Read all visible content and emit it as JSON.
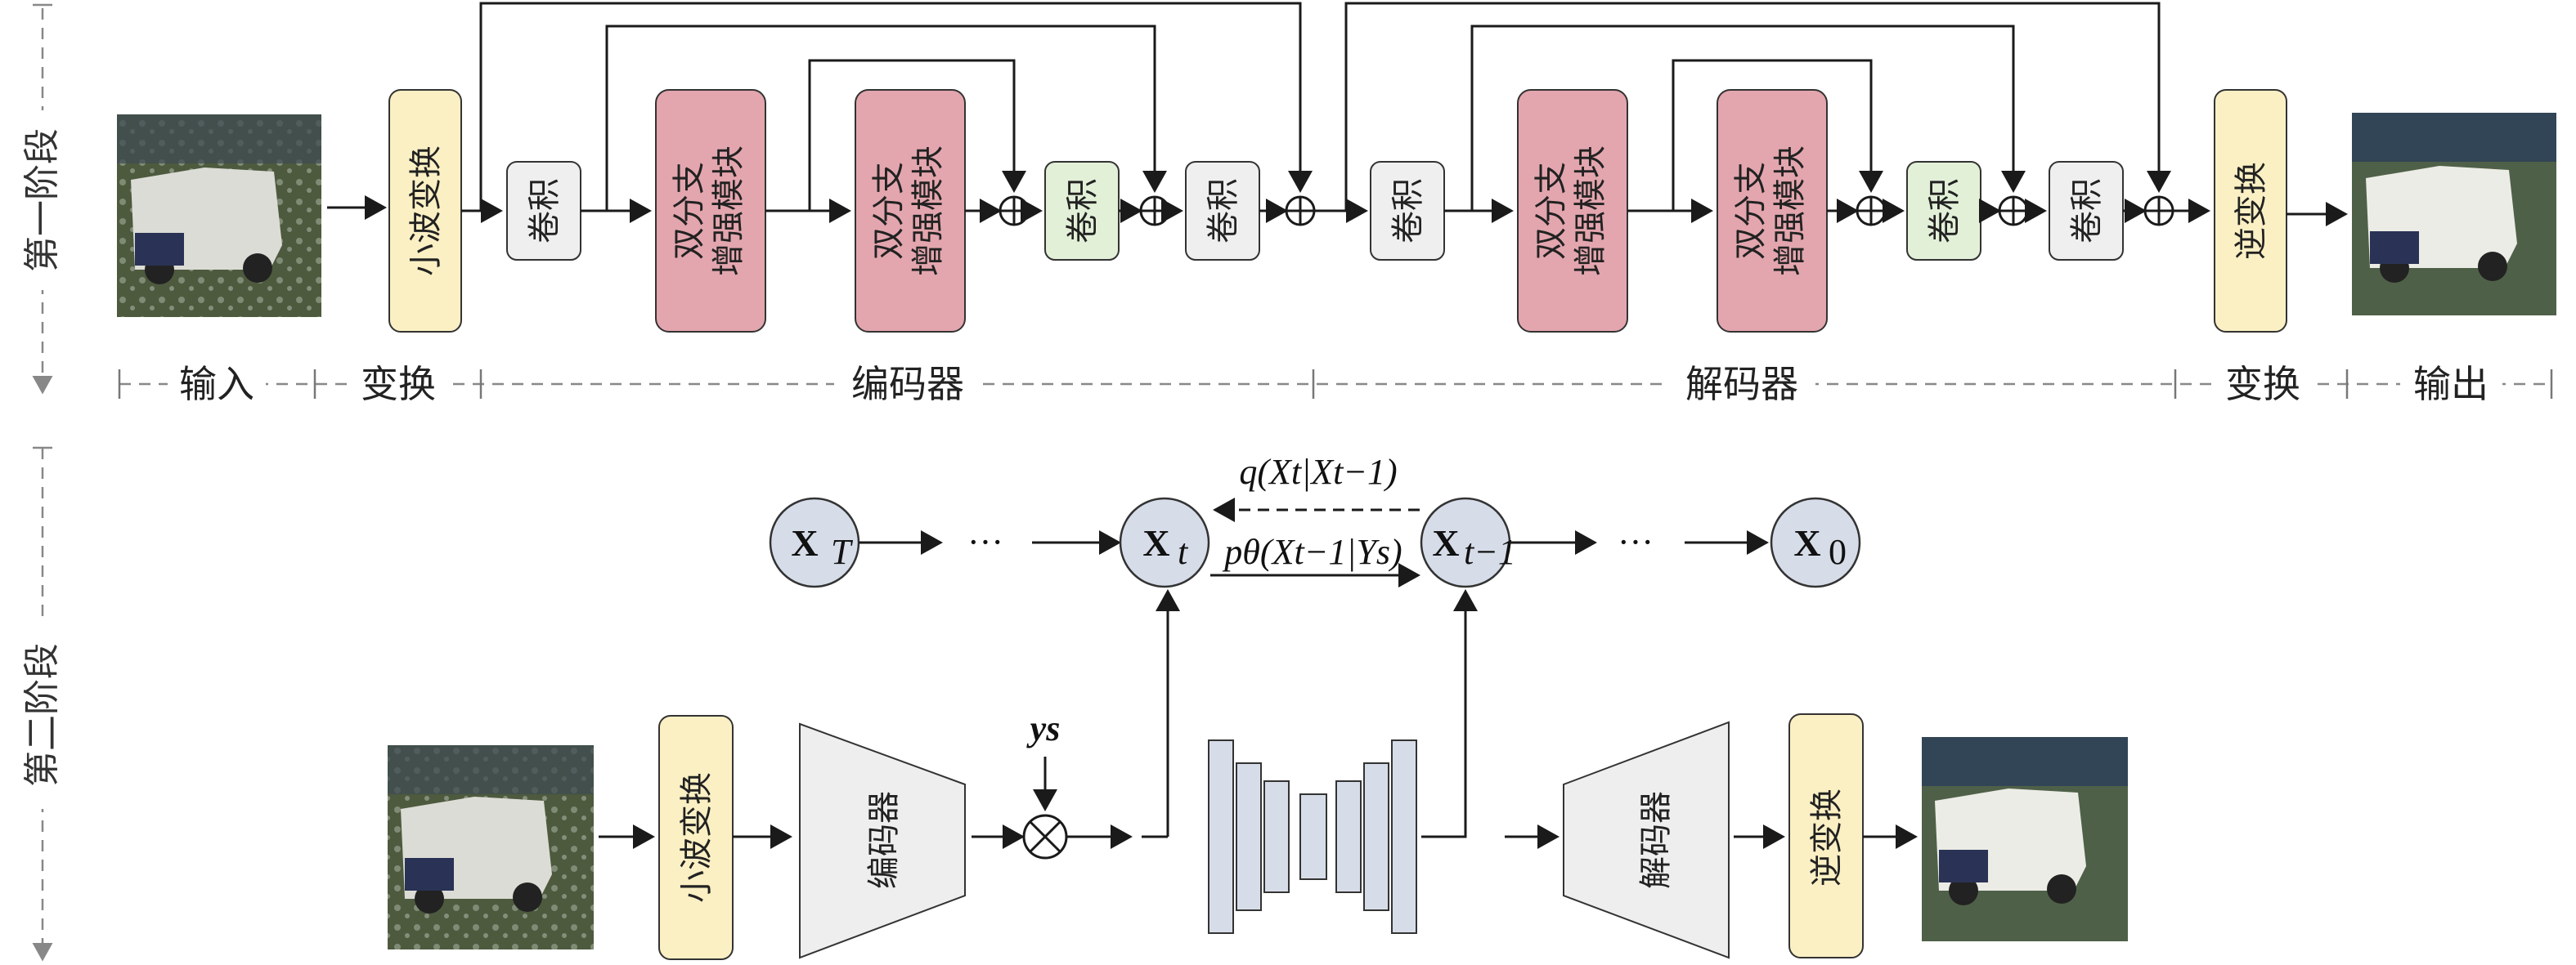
{
  "stage1": {
    "side_label": "第一阶段",
    "blocks": {
      "wavelet": "小波变换",
      "conv": "卷积",
      "dual_branch_line1": "双分支",
      "dual_branch_line2": "增强模块",
      "inverse": "逆变换"
    },
    "phases": {
      "input": "输入",
      "transform": "变换",
      "encoder": "编码器",
      "decoder": "解码器",
      "transform_out": "变换",
      "output": "输出"
    }
  },
  "stage2": {
    "side_label": "第二阶段",
    "nodes": {
      "xT": "X",
      "xT_sub": "T",
      "xt": "X",
      "xt_sub": "t",
      "xt1": "X",
      "xt1_sub": "t−1",
      "x0": "X",
      "x0_sub": "0",
      "ellipsis": "···"
    },
    "forward_process": "q(Xt|Xt−1)",
    "reverse_process": "pθ(Xt−1|Ys)",
    "condition": "ys",
    "blocks": {
      "wavelet": "小波变换",
      "encoder": "编码器",
      "decoder": "解码器",
      "inverse": "逆变换"
    }
  },
  "colors": {
    "wavelet_fill": "#fbf0c4",
    "conv_gray": "#efefef",
    "conv_green": "#e3f0d8",
    "dual_branch": "#e3a6ae",
    "node_fill": "#d6dde9",
    "unet_fill": "#d7dde8",
    "trapezoid": "#eeeeee"
  }
}
